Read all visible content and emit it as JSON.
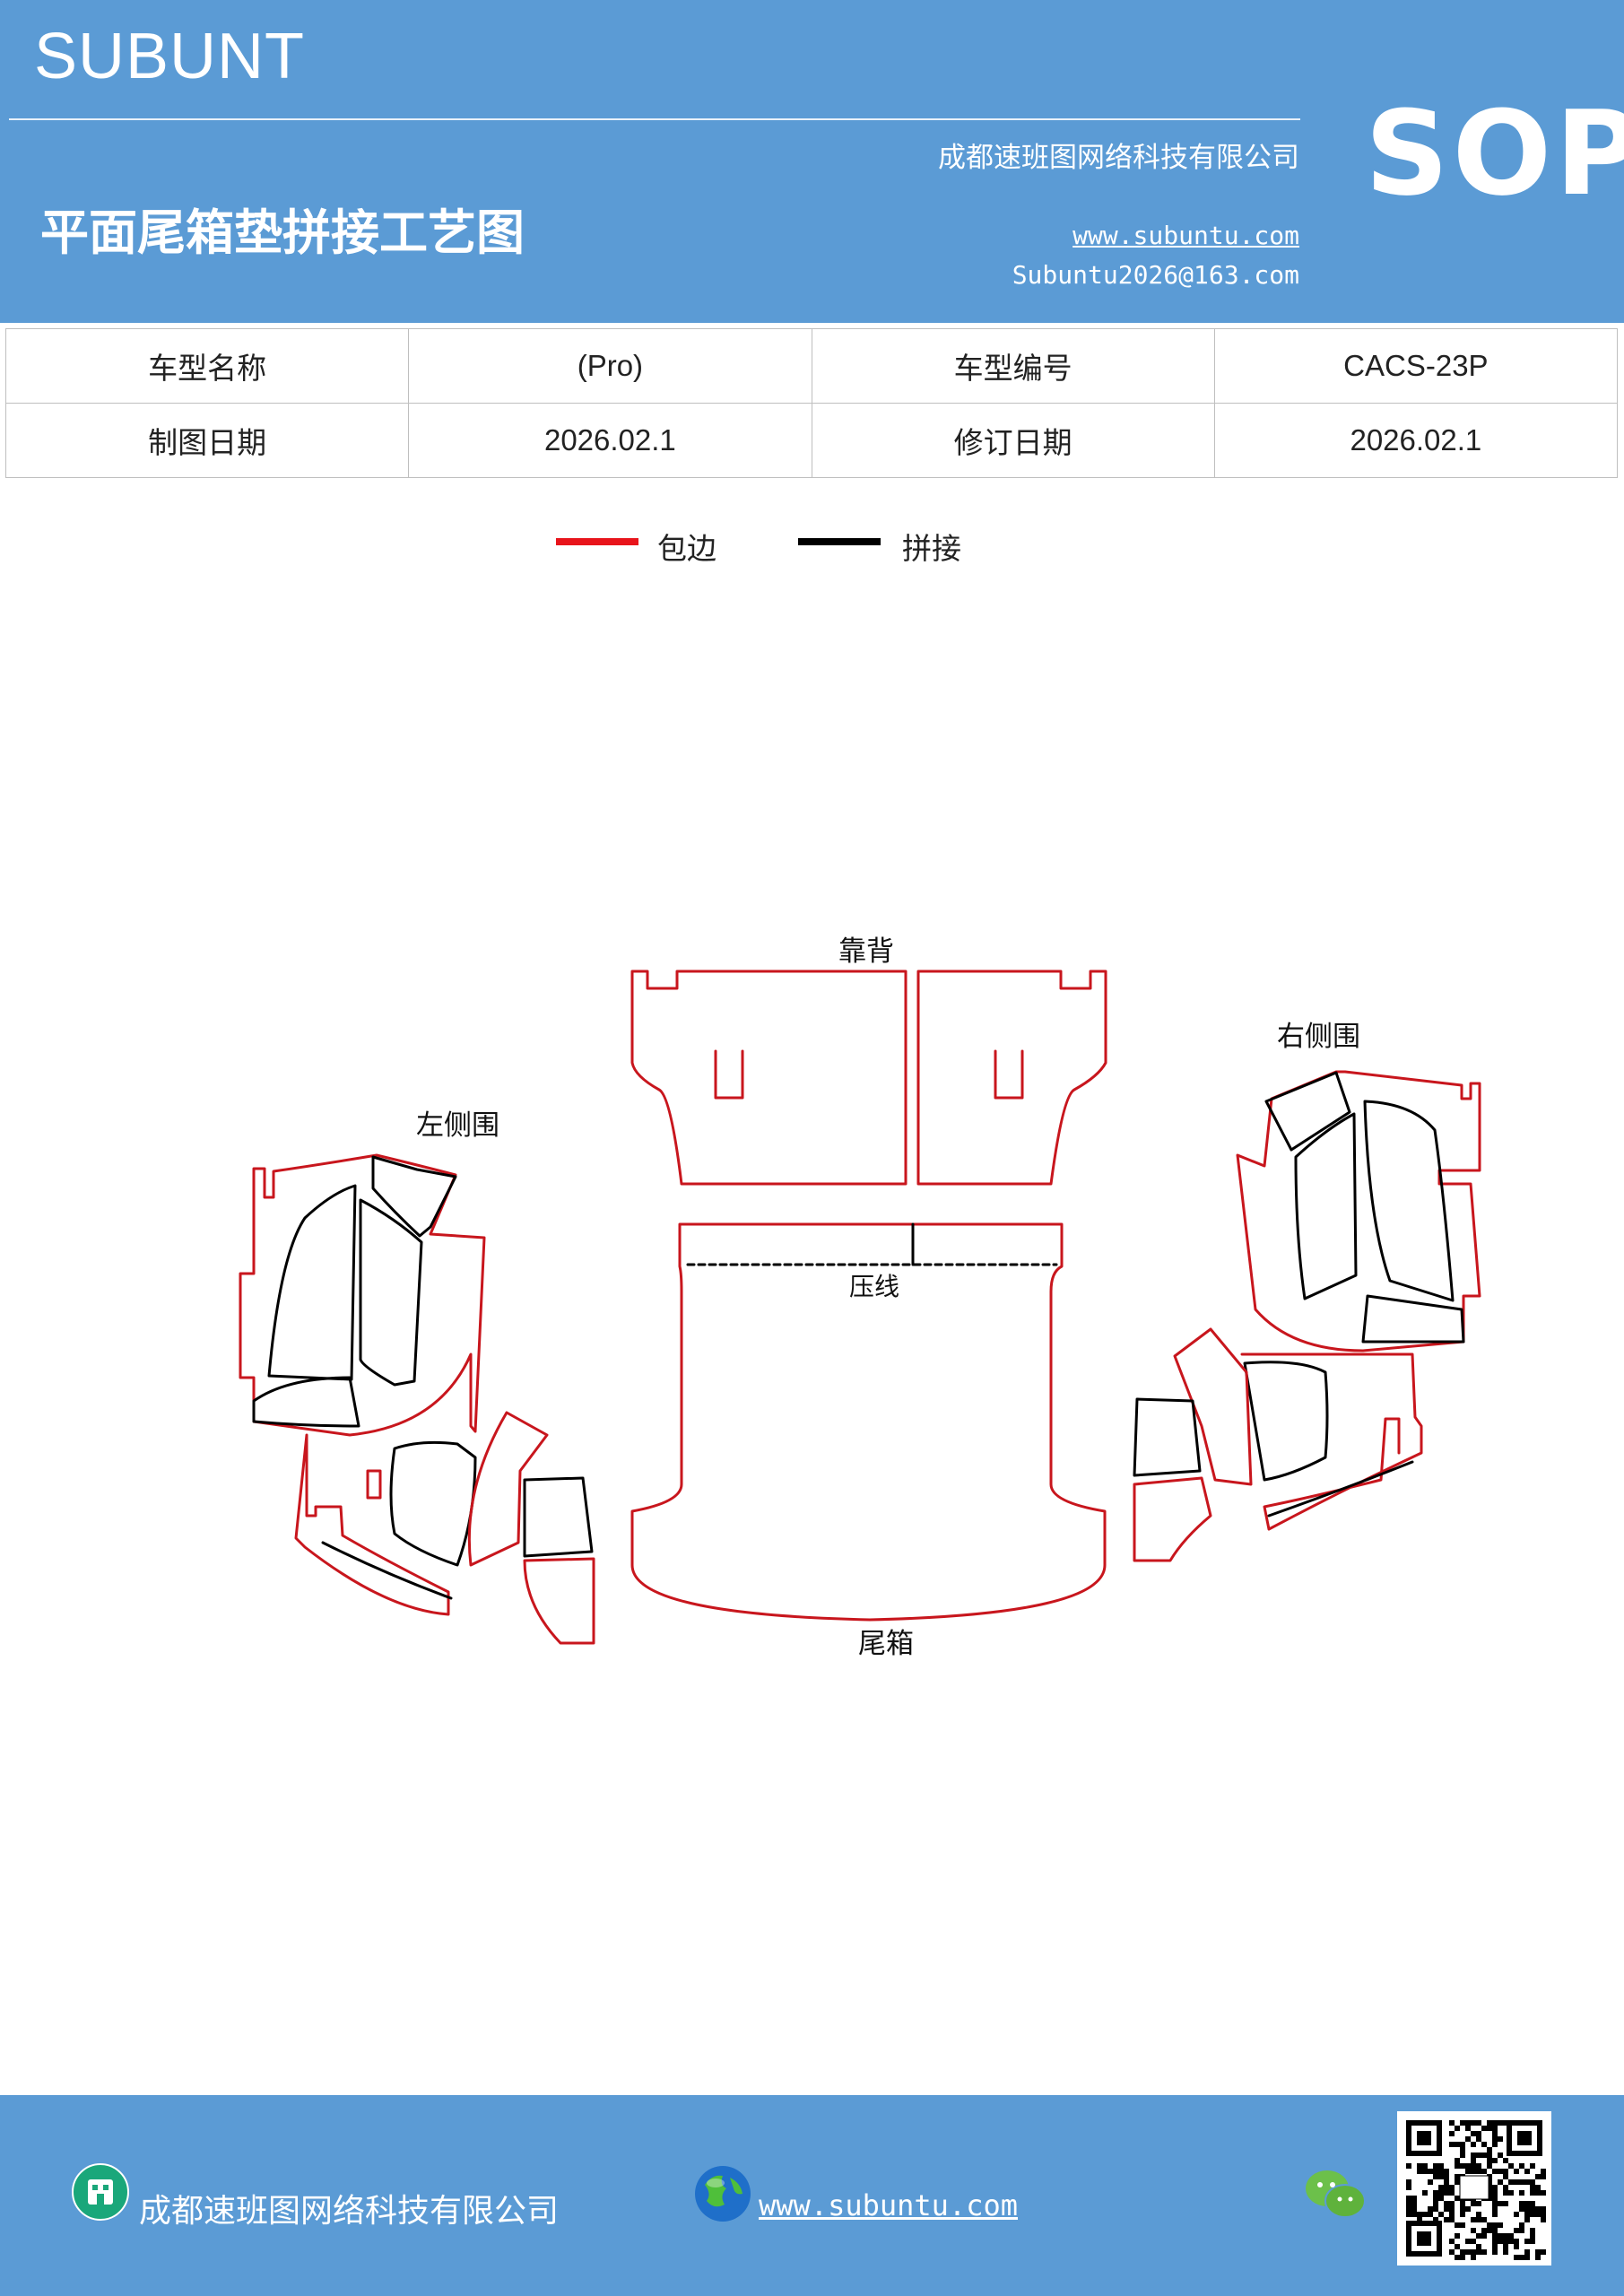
{
  "header": {
    "brand": "SUBUNT",
    "company": "成都速班图网络科技有限公司",
    "title": "平面尾箱垫拼接工艺图",
    "website": "www.subuntu.com",
    "email": "Subuntu2026@163.com",
    "badge": "SOP",
    "background_color": "#5b9bd5"
  },
  "info_table": {
    "rows": [
      {
        "label1": "车型名称",
        "value1": "(Pro)",
        "label2": "车型编号",
        "value2": "CACS-23P"
      },
      {
        "label1": "制图日期",
        "value1": "2026.02.1",
        "label2": "修订日期",
        "value2": "2026.02.1"
      }
    ]
  },
  "legend": {
    "items": [
      {
        "label": "包边",
        "color": "#e8141b"
      },
      {
        "label": "拼接",
        "color": "#000000"
      }
    ]
  },
  "diagram": {
    "labels": {
      "backrest": "靠背",
      "left_side": "左侧围",
      "right_side": "右侧围",
      "crease": "压线",
      "trunk": "尾箱"
    },
    "edge_color": "#c8161d",
    "seam_color": "#000000"
  },
  "footer": {
    "company": "成都速班图网络科技有限公司",
    "website": "www.subuntu.com",
    "icons": [
      "building-icon",
      "globe-icon",
      "wechat-icon",
      "qr-code"
    ]
  }
}
